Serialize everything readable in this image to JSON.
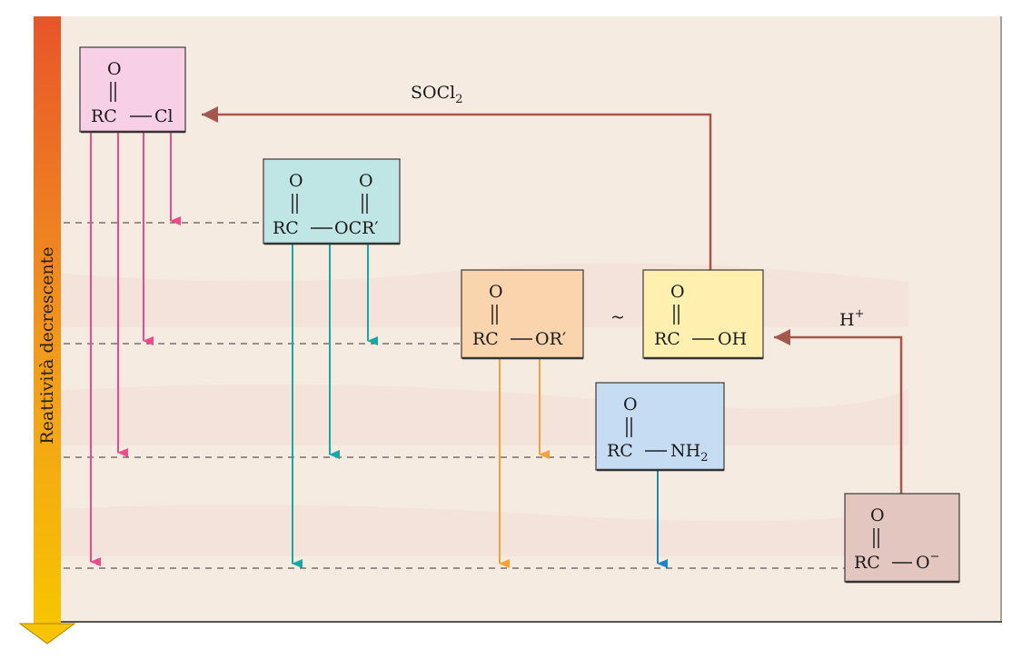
{
  "axis_label": "Reattività decrescente",
  "compounds": [
    {
      "id": "acyl-chloride",
      "top_o": "O",
      "left": "RC",
      "right": "Cl",
      "fill": "#f7d0e6"
    },
    {
      "id": "anhydride",
      "top_o": "O",
      "top_o2": "O",
      "left": "RC",
      "right": "OCR′",
      "fill": "#bfe6e4"
    },
    {
      "id": "ester",
      "top_o": "O",
      "left": "RC",
      "right": "OR′",
      "fill": "#f9d4ad"
    },
    {
      "id": "carboxylic-acid",
      "top_o": "O",
      "left": "RC",
      "right": "OH",
      "fill": "#fff0b0"
    },
    {
      "id": "amide",
      "top_o": "O",
      "left": "RC",
      "right": "NH",
      "right_sub": "2",
      "fill": "#c6dcf3"
    },
    {
      "id": "carboxylate",
      "top_o": "O",
      "left": "RC",
      "right": "O",
      "right_sup": "−",
      "fill": "#e4c6c0"
    }
  ],
  "reagents": {
    "socl2_main": "SOCl",
    "socl2_sub": "2",
    "h_main": "H",
    "h_sup": "+"
  },
  "approx_symbol": "~",
  "colors": {
    "panel": "#f6ebe0",
    "pink": "#ee4b8d",
    "teal": "#17a8a4",
    "orange": "#f5a13a",
    "blue": "#1e86c8",
    "brown": "#a5574c"
  }
}
